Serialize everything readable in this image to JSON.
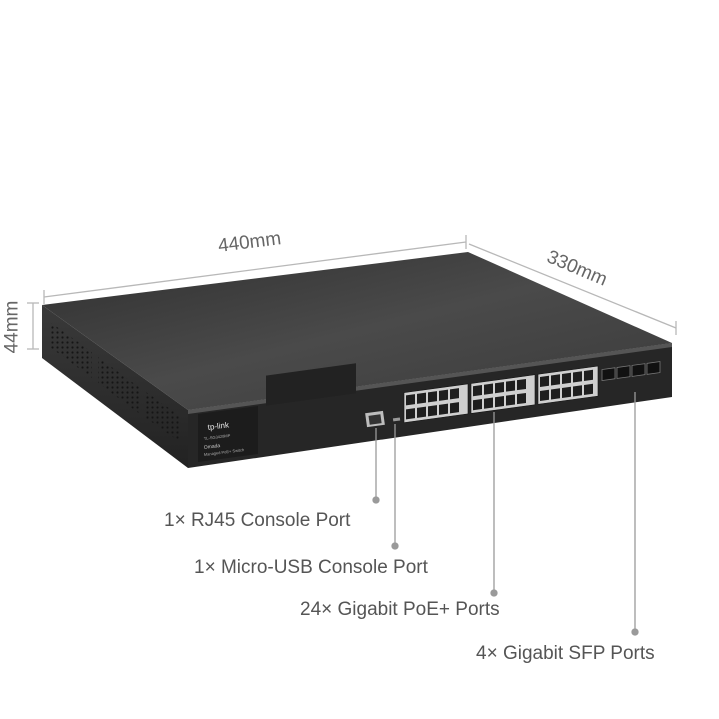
{
  "dimensions": {
    "width": "440mm",
    "depth": "330mm",
    "height": "44mm"
  },
  "device": {
    "brand": "tp-link",
    "model": "TL-SG3428MP",
    "line": "Omada",
    "subtitle": "Managed PoE+ Switch"
  },
  "callouts": {
    "rj45": "1× RJ45 Console Port",
    "usb": "1× Micro-USB Console Port",
    "poe": "24× Gigabit PoE+ Ports",
    "sfp": "4× Gigabit SFP Ports"
  },
  "colors": {
    "chassis_top": "#3c3c3c",
    "chassis_front": "#2a2a2a",
    "callout_line": "#9a9a9a",
    "dimension_line": "#b8b8b8"
  }
}
